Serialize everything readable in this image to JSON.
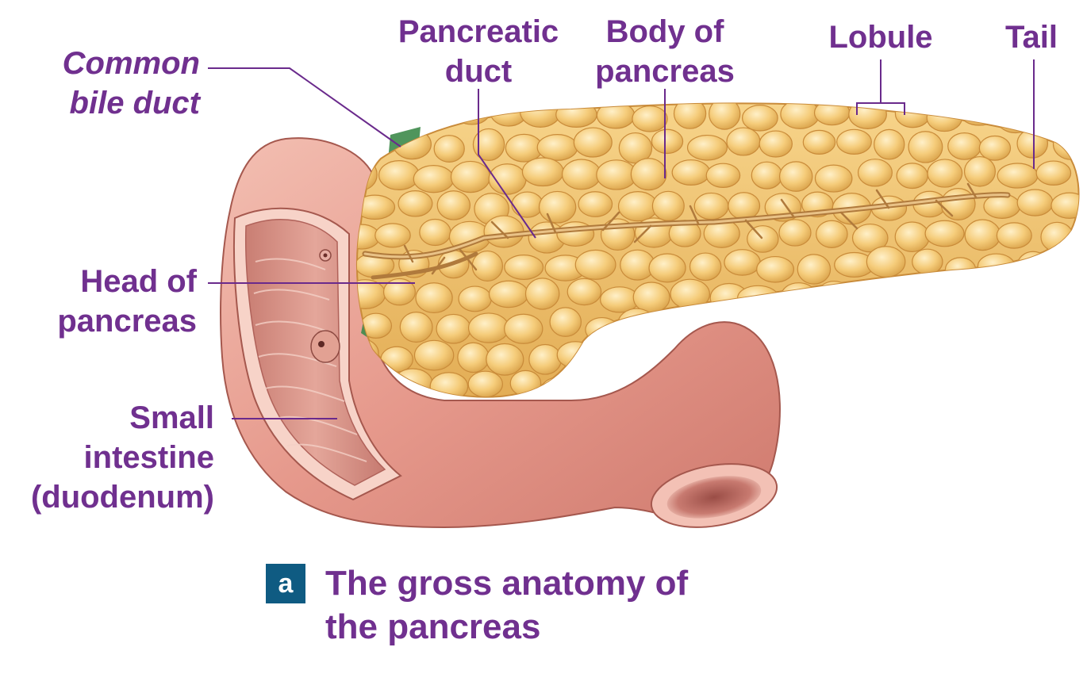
{
  "labels": {
    "common_bile_duct": [
      "Common",
      "bile duct"
    ],
    "pancreatic_duct": [
      "Pancreatic",
      "duct"
    ],
    "body_of_pancreas": [
      "Body of",
      "pancreas"
    ],
    "lobule": "Lobule",
    "tail": "Tail",
    "head_of_pancreas": [
      "Head of",
      "pancreas"
    ],
    "small_intestine": [
      "Small",
      "intestine",
      "(duodenum)"
    ]
  },
  "figure": {
    "badge": "a",
    "caption": [
      "The gross anatomy of",
      "the pancreas"
    ]
  },
  "colors": {
    "label_text": "#70308f",
    "leader_line": "#6a2a8c",
    "badge_bg": "#0f5b82",
    "pancreas": "#f3c46a",
    "intestine": "#e8a195",
    "bile_duct": "#3d8a4a"
  }
}
